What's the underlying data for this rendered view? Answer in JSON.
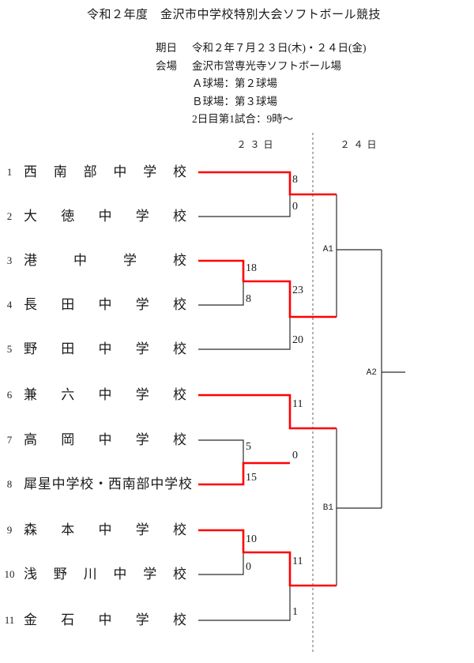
{
  "title": "令和２年度　金沢市中学校特別大会ソフトボール競技",
  "info": {
    "rows": [
      {
        "label": "期日",
        "value": "令和２年７月２３日(木)・２４日(金)"
      },
      {
        "label": "会場",
        "value": "金沢市営専光寺ソフトボール場"
      },
      {
        "label": "",
        "value": "Ａ球場：第２球場"
      },
      {
        "label": "",
        "value": "Ｂ球場：第３球場"
      },
      {
        "label": "",
        "value": "2日目第1試合：9時～"
      }
    ]
  },
  "bracket": {
    "day_headers": [
      {
        "label": "２３日"
      },
      {
        "label": "２４日"
      }
    ],
    "teams": [
      {
        "seed": "1",
        "name": "西南部中学校"
      },
      {
        "seed": "2",
        "name": "大徳中学校"
      },
      {
        "seed": "3",
        "name": "港中学校"
      },
      {
        "seed": "4",
        "name": "長田中学校"
      },
      {
        "seed": "5",
        "name": "野田中学校"
      },
      {
        "seed": "6",
        "name": "兼六中学校"
      },
      {
        "seed": "7",
        "name": "高岡中学校"
      },
      {
        "seed": "8",
        "name": "犀星中学校・西南部中学校"
      },
      {
        "seed": "9",
        "name": "森本中学校"
      },
      {
        "seed": "10",
        "name": "浅野川中学校"
      },
      {
        "seed": "11",
        "name": "金石中学校"
      }
    ],
    "matches": [
      {
        "slot": "day1-A-game1",
        "score_top": "8",
        "score_bottom": "0",
        "winner_side": "top"
      },
      {
        "slot": "day1-A-game2",
        "score_top": "18",
        "score_bottom": "8",
        "winner_side": "top"
      },
      {
        "slot": "day1-A-game3",
        "score_top": "23",
        "score_bottom": "20",
        "winner_side": "top"
      },
      {
        "slot": "day1-B-game1",
        "score_top": "11",
        "score_bottom": "0",
        "winner_side": "top"
      },
      {
        "slot": "day1-B-game2",
        "score_top": "5",
        "score_bottom": "15",
        "winner_side": "bottom"
      },
      {
        "slot": "day1-B-game3",
        "score_top": "10",
        "score_bottom": "0",
        "winner_side": "top"
      },
      {
        "slot": "day1-B-game4",
        "score_top": "11",
        "score_bottom": "1",
        "winner_side": "top"
      }
    ],
    "labels": {
      "a1": "A1",
      "b1": "B1",
      "a2": "A2"
    },
    "colors": {
      "winner_line": "#ff0000",
      "line": "#2b2b2b",
      "day_divider": "#666666"
    }
  }
}
